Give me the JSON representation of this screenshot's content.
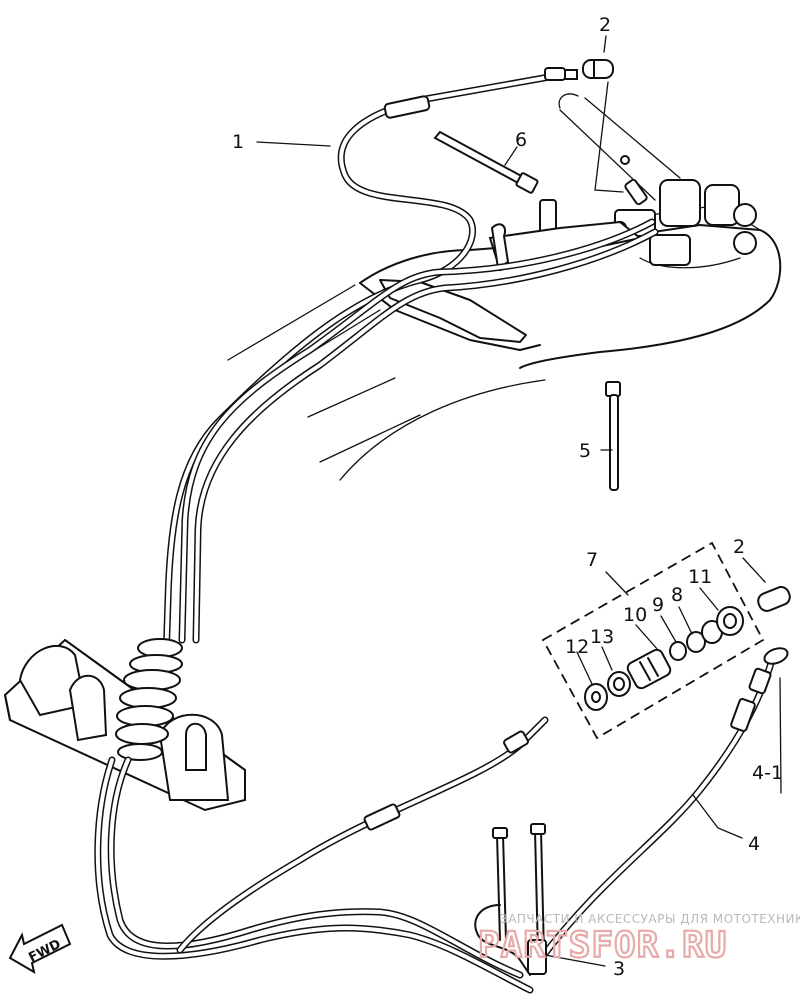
{
  "diagram": {
    "callouts": [
      {
        "id": "1",
        "label": "1"
      },
      {
        "id": "2-top",
        "label": "2"
      },
      {
        "id": "6",
        "label": "6"
      },
      {
        "id": "5",
        "label": "5"
      },
      {
        "id": "7",
        "label": "7"
      },
      {
        "id": "2-right",
        "label": "2"
      },
      {
        "id": "11",
        "label": "11"
      },
      {
        "id": "8",
        "label": "8"
      },
      {
        "id": "9",
        "label": "9"
      },
      {
        "id": "10",
        "label": "10"
      },
      {
        "id": "12",
        "label": "12"
      },
      {
        "id": "13",
        "label": "13"
      },
      {
        "id": "4-1",
        "label": "4-1"
      },
      {
        "id": "4",
        "label": "4"
      },
      {
        "id": "3",
        "label": "3"
      }
    ],
    "direction_marker": {
      "label": "FWD",
      "icon": "arrow-left-icon"
    },
    "watermark": {
      "tagline": "ЗАПЧАСТИ И АКСЕССУАРЫ ДЛЯ МОТОТЕХНИКИ",
      "logo": "PARTSFOR.RU",
      "color": "#e7a9a9"
    }
  }
}
